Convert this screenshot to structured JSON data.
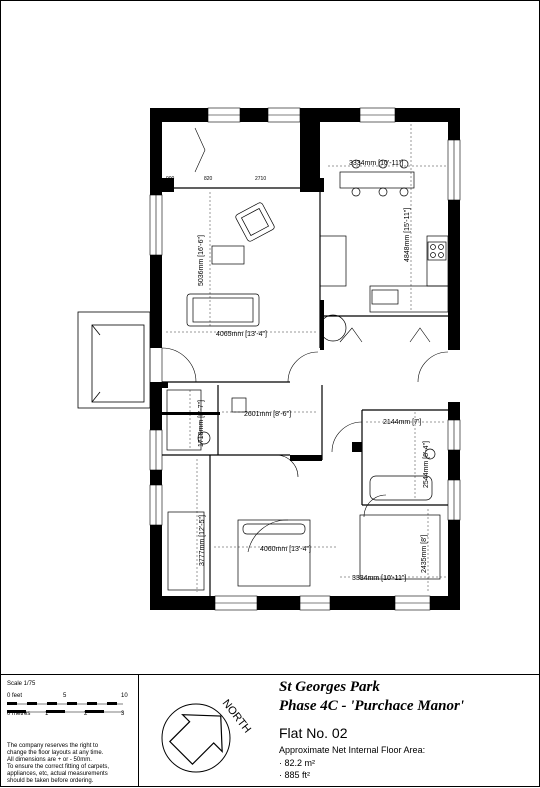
{
  "rooms": {
    "kitchen_dining": {
      "width": "3334mm [10'-11\"]",
      "length": "4848mm [15'-11\"]"
    },
    "living": {
      "width": "4065mm [13'-4\"]",
      "length": "5036mm [16'-6\"]"
    },
    "hall_store": {
      "width": "2601mm [8'-6\"]"
    },
    "study": {
      "length": "1710mm [5'-7\"]"
    },
    "bathroom": {
      "width": "2144mm [7']",
      "length": "2544mm [8'-4\"]"
    },
    "bedroom1": {
      "width": "4060mm [13'-4\"]",
      "length": "3777mm [12'-5\"]"
    },
    "bedroom2": {
      "width": "3334mm [10'-11\"]",
      "length": "2435mm [8']"
    }
  },
  "small_labels": {
    "a": "2710",
    "b": "820",
    "c": "900"
  },
  "scale": {
    "label": "Scale 1/75",
    "feet_label": "0 feet",
    "feet_5": "5",
    "feet_10": "10",
    "metres_label": "0 metres",
    "m1": "1",
    "m2": "2",
    "m3": "3"
  },
  "disclaimer": [
    "The company reserves the right to",
    "change the floor layouts at any time.",
    "All dimensions are + or - 50mm.",
    "To ensure the correct fitting of carpets,",
    "appliances, etc, actual measurements",
    "should be taken before ordering."
  ],
  "north_label": "NORTH",
  "title": {
    "line1": "St Georges Park",
    "line2": "Phase 4C - 'Purchace Manor'",
    "flat": "Flat No. 02",
    "area_label": "Approximate Net Internal Floor Area:",
    "area_m2": "· 82.2 m²",
    "area_ft2": "· 885 ft²"
  }
}
